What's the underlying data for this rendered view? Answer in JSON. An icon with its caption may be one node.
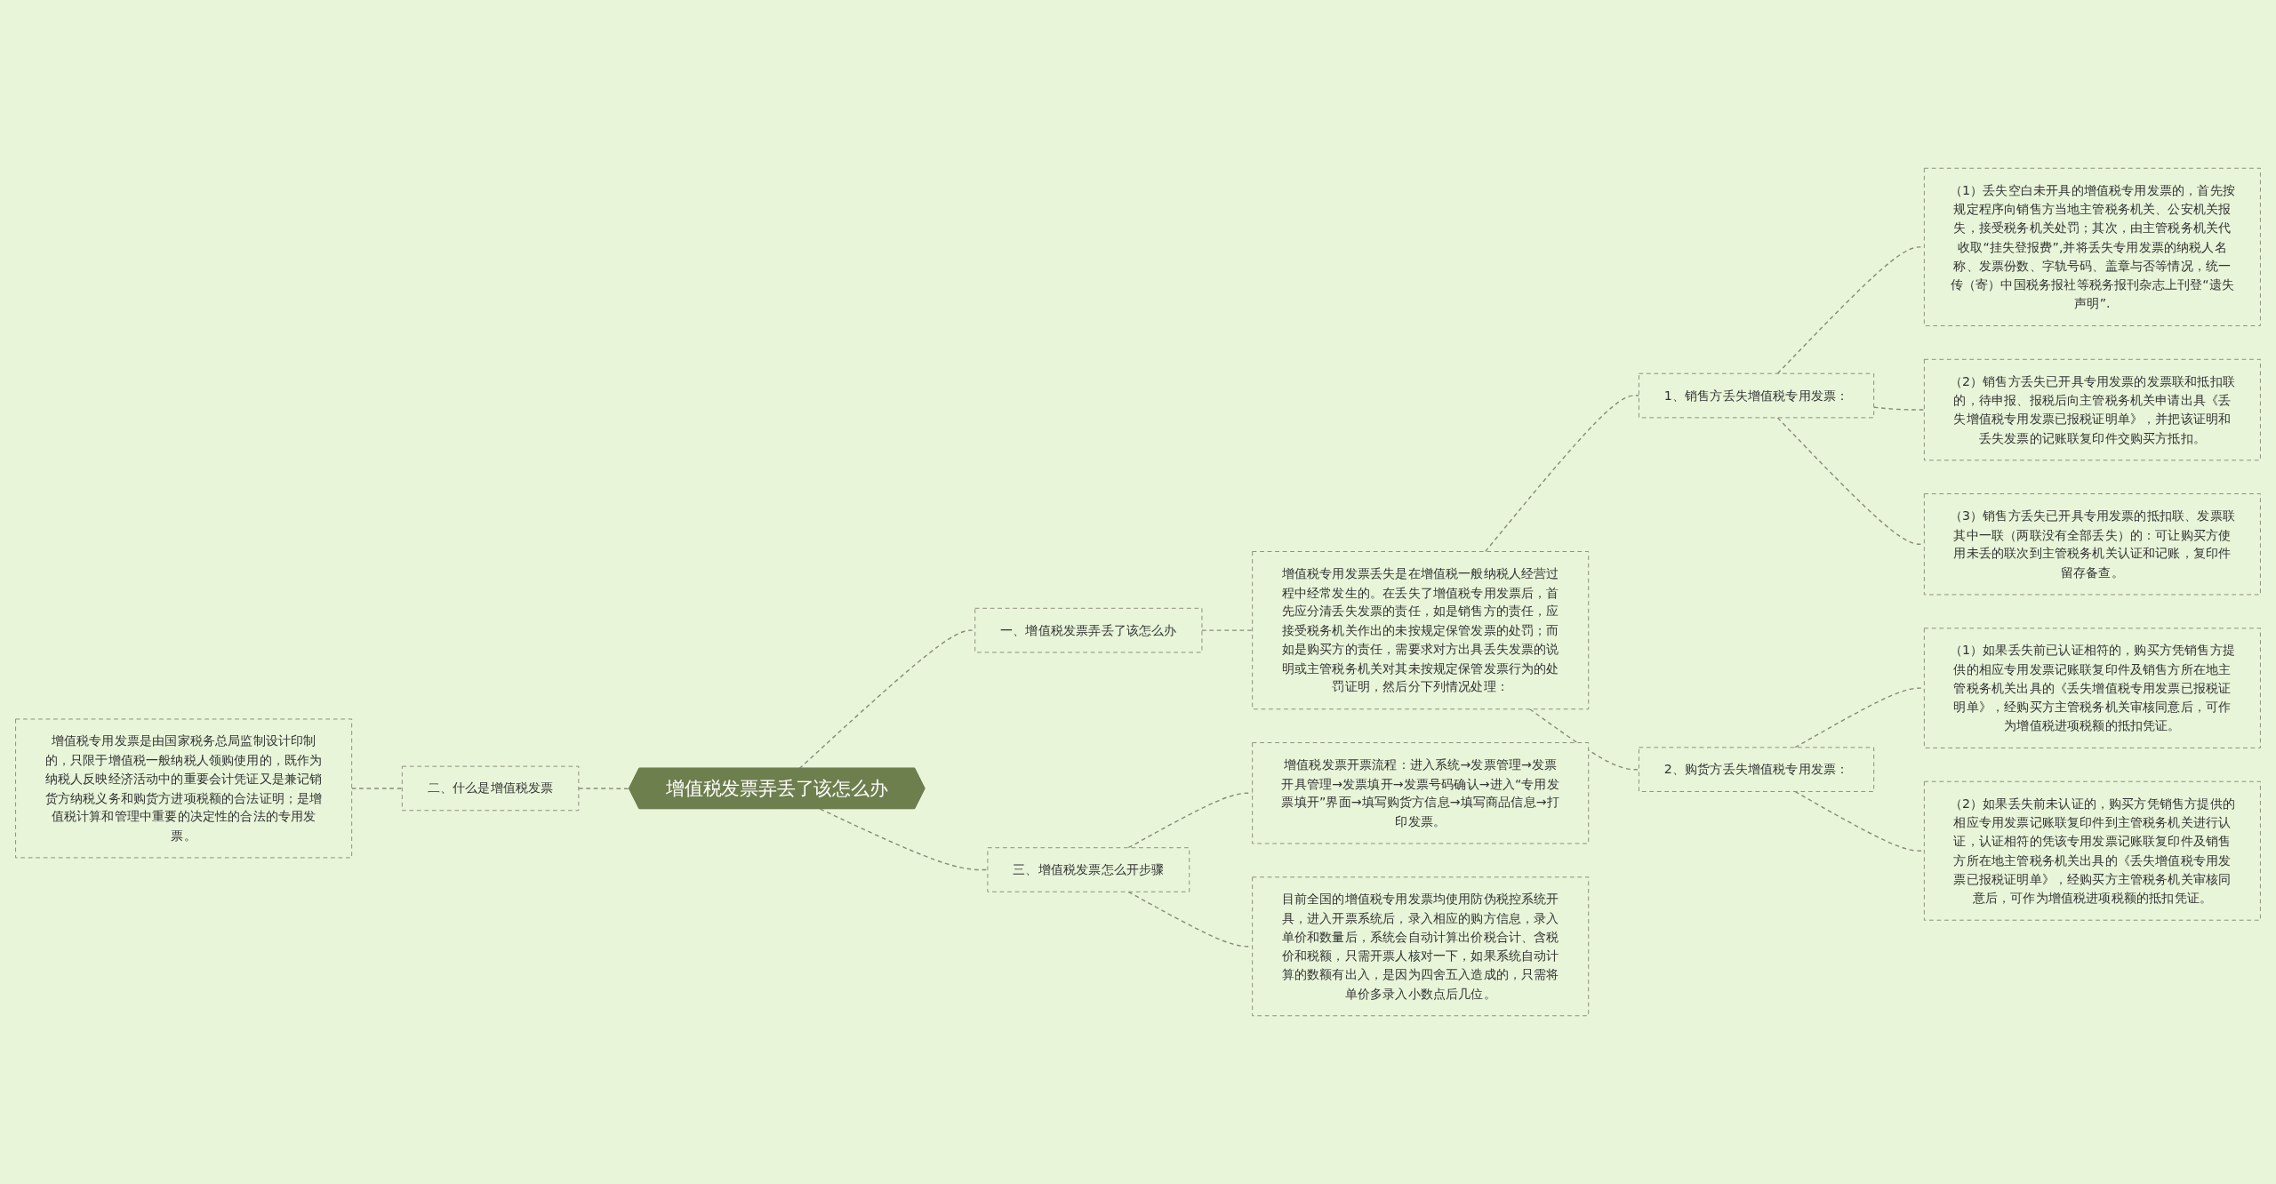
{
  "diagram": {
    "nodes": [
      {
        "text": [
          "增值税发票弄丢了该怎么办"
        ]
      },
      {
        "text": [
          "一、增值税发票弄丢了该怎么办"
        ]
      },
      {
        "text": [
          "增值税专用发票丢失是在增值税一般纳税人经营过程中经常发生的。在丢失了增值税专用发票后，首先应分清丢失发票的责任，如是销售方的责任，应接受税务机关作出的未按规定保管发票的处罚；而如是购买方的责任，需要求对方出具丢失发票的说明或主管税务机关对其未按规定保管发票行为的处罚证明，然后分下列情况处理："
        ]
      },
      {
        "text": [
          "1、销售方丢失增值税专用发票："
        ]
      },
      {
        "text": [
          "（1）丢失空白未开具的增值税专用发票的，首先按规定程序向销售方当地主管税务机关、公安机关报失，接受税务机关处罚；其次，由主管税务机关代收取“挂失登报费”,并将丢失专用发票的纳税人名称、发票份数、字轨号码、盖章与否等情况，统一传（寄）中国税务报社等税务报刊杂志上刊登“遗失声明”."
        ]
      },
      {
        "text": [
          "（2）销售方丢失已开具专用发票的发票联和抵扣联的，待申报、报税后向主管税务机关申请出具《丢失增值税专用发票已报税证明单》，并把该证明和丢失发票的记账联复印件交购买方抵扣。"
        ]
      },
      {
        "text": [
          "（3）销售方丢失已开具专用发票的抵扣联、发票联其中一联（两联没有全部丢失）的：可让购买方使用未丢的联次到主管税务机关认证和记账，复印件留存备查。"
        ]
      },
      {
        "text": [
          "2、购货方丢失增值税专用发票："
        ]
      },
      {
        "text": [
          "（1）如果丢失前已认证相符的，购买方凭销售方提供的相应专用发票记账联复印件及销售方所在地主管税务机关出具的《丢失增值税专用发票已报税证明单》，经购买方主管税务机关审核同意后，可作为增值税进项税额的抵扣凭证。"
        ]
      },
      {
        "text": [
          "（2）如果丢失前未认证的，购买方凭销售方提供的相应专用发票记账联复印件到主管税务机关进行认证，认证相符的凭该专用发票记账联复印件及销售方所在地主管税务机关出具的《丢失增值税专用发票已报税证明单》，经购买方主管税务机关审核同意后，可作为增值税进项税额的抵扣凭证。"
        ]
      },
      {
        "text": [
          "二、什么是增值税发票"
        ]
      },
      {
        "text": [
          "增值税专用发票是由国家税务总局监制设计印制的，只限于增值税一般纳税人领购使用的，既作为纳税人反映经济活动中的重要会计凭证又是兼记销货方纳税义务和购货方进项税额的合法证明；是增值税计算和管理中重要的决定性的合法的专用发票。"
        ]
      },
      {
        "text": [
          "三、增值税发票怎么开步骤"
        ]
      },
      {
        "text": [
          "增值税发票开票流程：进入系统→发票管理→发票开具管理→发票填开→发票号码确认→进入“专用发票填开”界面→填写购货方信息→填写商品信息→打印发票。"
        ]
      },
      {
        "text": [
          "目前全国的增值税专用发票均使用防伪税控系统开具，进入开票系统后，录入相应的购方信息，录入单价和数量后，系统会自动计算出价税合计、含税价和税额，只需开票人核对一下，如果系统自动计算的数额有出入，是因为四舍五入造成的，只需将单价多录入小数点后几位。"
        ]
      }
    ],
    "edges": [
      {
        "from": 0,
        "to": 1,
        "arrow": "none",
        "style": "dashed"
      },
      {
        "from": 1,
        "to": 2,
        "arrow": "none",
        "style": "dashed"
      },
      {
        "from": 2,
        "to": 3,
        "arrow": "none",
        "style": "dashed"
      },
      {
        "from": 3,
        "to": 4,
        "arrow": "none",
        "style": "dashed"
      },
      {
        "from": 3,
        "to": 5,
        "arrow": "none",
        "style": "dashed"
      },
      {
        "from": 3,
        "to": 6,
        "arrow": "none",
        "style": "dashed"
      },
      {
        "from": 2,
        "to": 7,
        "arrow": "none",
        "style": "dashed"
      },
      {
        "from": 7,
        "to": 8,
        "arrow": "none",
        "style": "dashed"
      },
      {
        "from": 7,
        "to": 9,
        "arrow": "none",
        "style": "dashed"
      },
      {
        "from": 0,
        "to": 10,
        "arrow": "none",
        "style": "dashed"
      },
      {
        "from": 10,
        "to": 11,
        "arrow": "none",
        "style": "dashed"
      },
      {
        "from": 0,
        "to": 12,
        "arrow": "none",
        "style": "dashed"
      },
      {
        "from": 12,
        "to": 13,
        "arrow": "none",
        "style": "dashed"
      },
      {
        "from": 12,
        "to": 14,
        "arrow": "none",
        "style": "dashed"
      }
    ]
  }
}
